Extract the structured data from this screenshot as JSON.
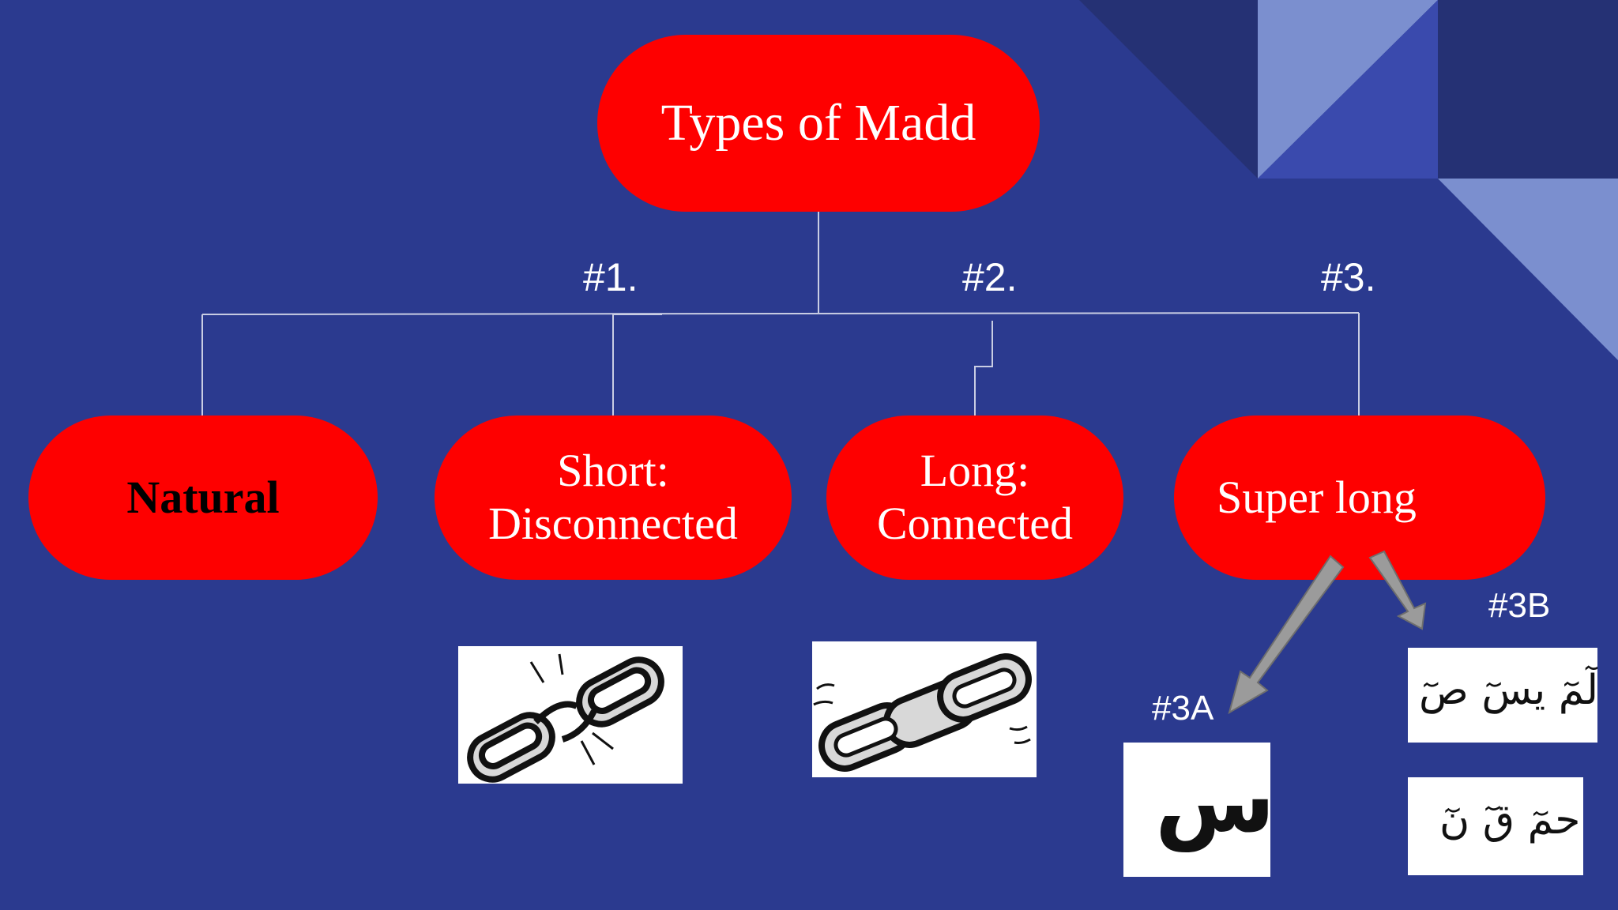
{
  "root": {
    "label": "Types of Madd"
  },
  "branches": [
    {
      "number": "#1.",
      "label": "Natural"
    },
    {
      "number": "",
      "label": "Short: Disconnected"
    },
    {
      "number": "#2.",
      "label": "Long: Connected"
    },
    {
      "number": "#3.",
      "label": "Super long"
    }
  ],
  "sub_labels": {
    "a": "#3A",
    "b": "#3B"
  },
  "images": {
    "broken_chain": "broken-chain-icon",
    "connected_chain": "connected-chain-icon",
    "letter_3a": "س",
    "letters_3b_top": "الٓمٓ يسٓ صٓ",
    "letters_3b_bottom": "حمٓ قٓ نٓ"
  },
  "colors": {
    "background": "#2b3a8f",
    "pill": "#fe0000",
    "line": "#c9cde3",
    "arrow": "#9b9b9b"
  }
}
